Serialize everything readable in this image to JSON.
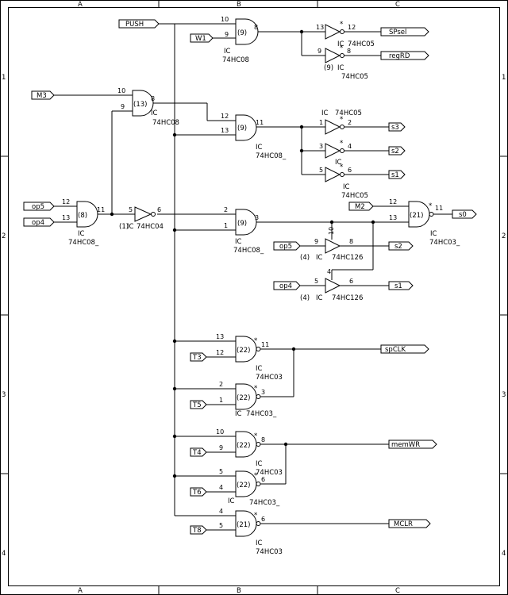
{
  "border": {
    "columns": [
      "A",
      "B",
      "C"
    ],
    "rows": [
      "1",
      "2",
      "3",
      "4"
    ]
  },
  "ports": {
    "push": "PUSH",
    "w1": "W1",
    "m3": "M3",
    "op5": "op5",
    "op4": "op4",
    "m2": "M2",
    "op5b": "op5",
    "op4b": "op4",
    "t3": "T3",
    "t5": "T5",
    "t4": "T4",
    "t6": "T6",
    "t8": "T8",
    "spsel": "SPsel",
    "regrd": "regRD",
    "s3": "s3",
    "s2": "s2",
    "s1": "s1",
    "s0": "s0",
    "s2b": "s2",
    "s1b": "s1",
    "spclk": "spCLK",
    "memwr": "memWR",
    "mclr": "MCLR"
  },
  "gates": {
    "g1": {
      "in_a": "10",
      "in_b": "9",
      "out": "8",
      "unit": "(9)",
      "ic": "IC",
      "part": "74HC08"
    },
    "g2": {
      "in_a": "10",
      "in_b": "9",
      "out": "8",
      "unit": "(13)",
      "ic": "IC",
      "part": "74HC08"
    },
    "g3": {
      "in_a": "12",
      "in_b": "13",
      "out": "11",
      "unit": "(9)",
      "ic": "IC",
      "part": "74HC08_"
    },
    "g4": {
      "in_a": "12",
      "in_b": "13",
      "out": "11",
      "unit": "(8)",
      "ic": "IC",
      "part": "74HC08_"
    },
    "g5": {
      "in_a": "2",
      "in_b": "1",
      "out": "3",
      "unit": "(9)",
      "ic": "IC",
      "part": "74HC08_"
    },
    "g6": {
      "in_a": "12",
      "in_b": "13",
      "out": "11",
      "unit": "(21)",
      "ic": "IC",
      "part": "74HC03_",
      "star": "*"
    },
    "g7": {
      "in_a": "13",
      "in_b": "12",
      "out": "11",
      "unit": "(22)",
      "ic": "IC",
      "part": "74HC03",
      "star": "*"
    },
    "g8": {
      "in_a": "2",
      "in_b": "1",
      "out": "3",
      "unit": "(22)",
      "ic": "IC",
      "part": "74HC03_",
      "star": "*"
    },
    "g9": {
      "in_a": "10",
      "in_b": "9",
      "out": "8",
      "unit": "(22)",
      "ic": "IC",
      "part": "74HC03",
      "star": "*"
    },
    "g10": {
      "in_a": "5",
      "in_b": "4",
      "out": "6",
      "unit": "(22)",
      "ic": "IC",
      "part": "74HC03_",
      "star": "*"
    },
    "g11": {
      "in_a": "4",
      "in_b": "5",
      "out": "6",
      "unit": "(21)",
      "ic": "IC",
      "part": "74HC03",
      "star": "*"
    }
  },
  "inverters": {
    "i1": {
      "in": "13",
      "out": "12",
      "ic": "IC",
      "part": "74HC05",
      "star": "*"
    },
    "i2": {
      "in": "9",
      "out": "8",
      "unit": "(9)",
      "ic": "IC",
      "part": "74HC05",
      "star": "*"
    },
    "i3": {
      "in": "1",
      "out": "2",
      "ic": "IC",
      "part": "74HC05",
      "star": "*"
    },
    "i4": {
      "in": "3",
      "out": "4",
      "ic": "IC",
      "star": "*"
    },
    "i5": {
      "in": "5",
      "out": "6",
      "ic": "IC",
      "part": "74HC05",
      "star": "*"
    },
    "i6": {
      "in": "5",
      "out": "6",
      "unit": "(1)",
      "ic": "IC",
      "part": "74HC04"
    }
  },
  "buffers": {
    "b1": {
      "in": "9",
      "out": "8",
      "enable": "10",
      "unit": "(4)",
      "ic": "IC",
      "part": "74HC126"
    },
    "b2": {
      "in": "5",
      "out": "6",
      "enable": "4",
      "unit": "(4)",
      "ic": "IC",
      "part": "74HC126"
    }
  }
}
